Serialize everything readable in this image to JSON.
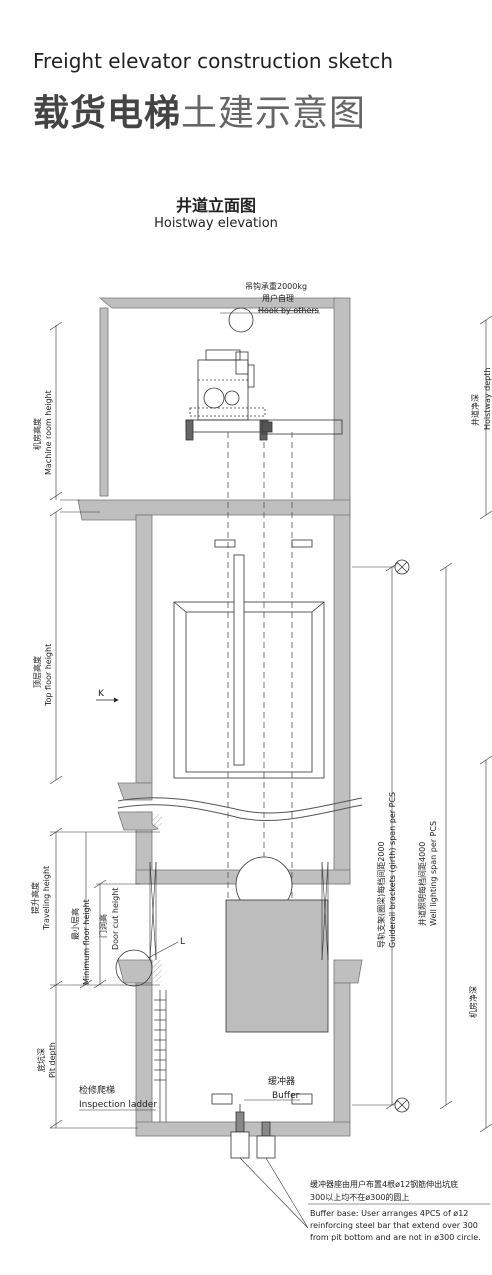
{
  "header": {
    "title_en": "Freight elevator construction sketch",
    "title_zh_bold": "载货电梯",
    "title_zh_light": "土建示意图"
  },
  "diagram": {
    "title_zh": "井道立面图",
    "title_en": "Hoistway elevation",
    "hook_zh_1": "吊钩承重2000kg",
    "hook_zh_2": "用户自理",
    "hook_en": "Hook by others",
    "machine_room_zh": "机房高度",
    "machine_room_en": "Machine room height",
    "top_floor_zh": "顶层高度",
    "top_floor_en": "Top floor height",
    "traveling_zh": "提升高度",
    "traveling_en": "Traveling height",
    "min_floor_zh": "最小层高",
    "min_floor_en": "Minimum floor height",
    "door_cut_zh": "门洞高",
    "door_cut_en": "Door cut height",
    "pit_zh": "底坑深",
    "pit_en": "Pit depth",
    "ladder_zh": "检修爬梯",
    "ladder_en": "Inspection ladder",
    "buffer_zh": "缓冲器",
    "buffer_en": "Buffer",
    "k_label": "K",
    "l_label": "L",
    "guiderail_zh": "导轨支架(圈梁)每档间距2000",
    "guiderail_en": "Guiderail brackets (girth) span per PCS",
    "lighting_zh": "井道照明每档间距4000",
    "lighting_en": "Well lighting span per PCS",
    "hoistway_depth_zh": "井道净深",
    "hoistway_depth_en": "Hoistway depth",
    "machine_depth_zh": "机房净深",
    "note_zh_1": "缓冲器座由用户布置4根ø12钢筋伸出坑底",
    "note_zh_2": "300以上均不在ø300的圆上",
    "note_en_1": "Buffer base:  User arranges 4PCS of ø12",
    "note_en_2": "reinforcing steel bar that extend over 300",
    "note_en_3": "from pit bottom and are not in ø300 circle."
  }
}
